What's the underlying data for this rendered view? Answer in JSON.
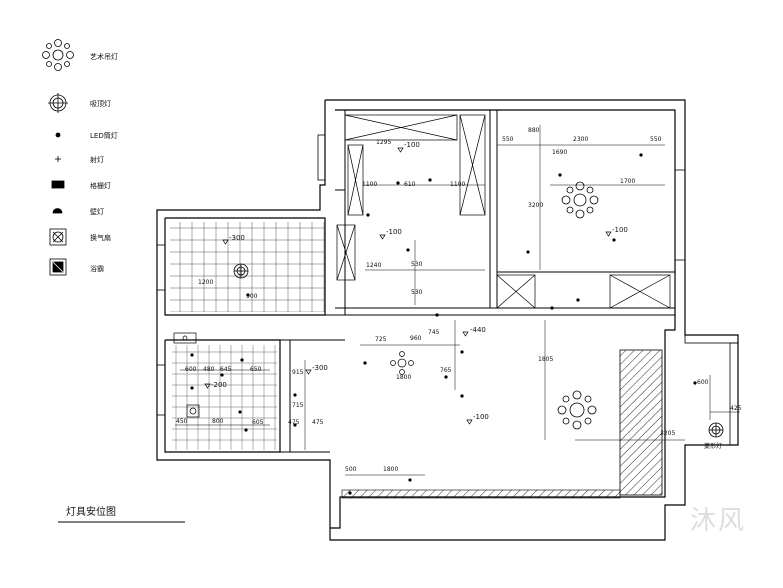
{
  "title": "灯具安位图",
  "watermark": "沐风",
  "legend": [
    {
      "icon": "art-chandelier-icon",
      "label": "艺术吊灯"
    },
    {
      "icon": "ceiling-lamp-icon",
      "label": "吸顶灯"
    },
    {
      "icon": "led-downlight-icon",
      "label": "LED筒灯"
    },
    {
      "icon": "spotlight-icon",
      "label": "射灯"
    },
    {
      "icon": "grille-lamp-icon",
      "label": "格栅灯"
    },
    {
      "icon": "wall-lamp-icon",
      "label": "壁灯"
    },
    {
      "icon": "exhaust-fan-icon",
      "label": "换气扇"
    },
    {
      "icon": "bath-heater-icon",
      "label": "浴霸"
    }
  ],
  "ceiling_levels": [
    "-100",
    "-100",
    "-100",
    "-300",
    "-440",
    "-300",
    "-100",
    "-200"
  ],
  "dimensions": [
    "550",
    "880",
    "2300",
    "550",
    "1295",
    "1690",
    "1700",
    "3200",
    "610",
    "1100",
    "1100",
    "1240",
    "530",
    "530",
    "1200",
    "900",
    "725",
    "745",
    "960",
    "1805",
    "1800",
    "765",
    "645",
    "600",
    "650",
    "480",
    "450",
    "800",
    "915",
    "715",
    "475",
    "475",
    "605",
    "500",
    "1800",
    "3205",
    "425",
    "600"
  ],
  "annotations": [
    "菱形灯"
  ]
}
